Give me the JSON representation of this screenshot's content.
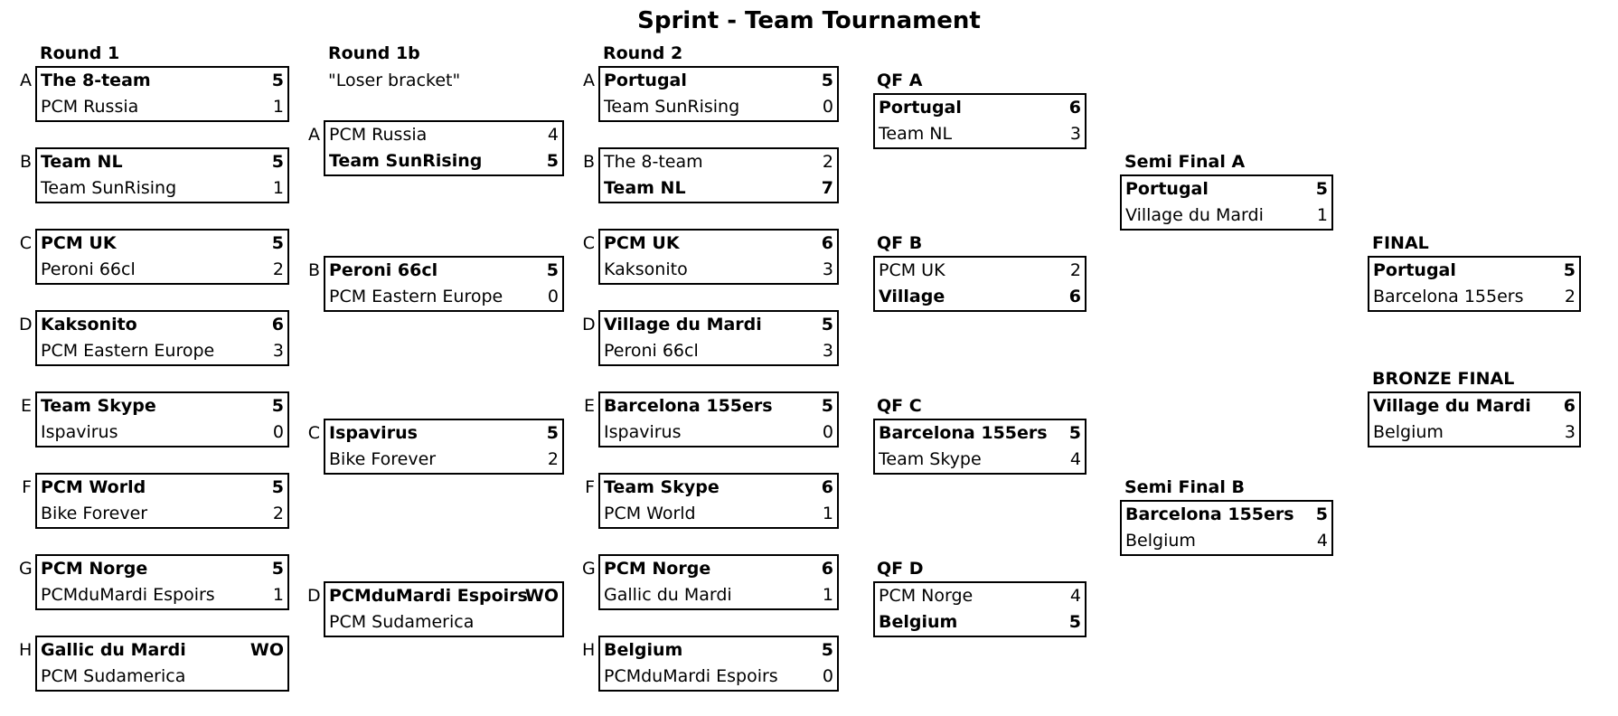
{
  "title": "Sprint - Team Tournament",
  "round_labels": {
    "r1": "Round 1",
    "r1b": "Round 1b",
    "r1b_note": "\"Loser bracket\"",
    "r2": "Round 2",
    "qfa": "QF A",
    "qfb": "QF B",
    "qfc": "QF C",
    "qfd": "QF D",
    "sfa": "Semi Final A",
    "sfb": "Semi Final B",
    "final": "FINAL",
    "bronze": "BRONZE FINAL"
  },
  "r1": [
    {
      "letter": "A",
      "t1": "The 8-team",
      "s1": "5",
      "w1": true,
      "t2": "PCM Russia",
      "s2": "1",
      "w2": false
    },
    {
      "letter": "B",
      "t1": "Team NL",
      "s1": "5",
      "w1": true,
      "t2": "Team SunRising",
      "s2": "1",
      "w2": false
    },
    {
      "letter": "C",
      "t1": "PCM UK",
      "s1": "5",
      "w1": true,
      "t2": "Peroni 66cl",
      "s2": "2",
      "w2": false
    },
    {
      "letter": "D",
      "t1": "Kaksonito",
      "s1": "6",
      "w1": true,
      "t2": "PCM Eastern Europe",
      "s2": "3",
      "w2": false
    },
    {
      "letter": "E",
      "t1": "Team Skype",
      "s1": "5",
      "w1": true,
      "t2": "Ispavirus",
      "s2": "0",
      "w2": false
    },
    {
      "letter": "F",
      "t1": "PCM World",
      "s1": "5",
      "w1": true,
      "t2": "Bike Forever",
      "s2": "2",
      "w2": false
    },
    {
      "letter": "G",
      "t1": "PCM Norge",
      "s1": "5",
      "w1": true,
      "t2": "PCMduMardi Espoirs",
      "s2": "1",
      "w2": false
    },
    {
      "letter": "H",
      "t1": "Gallic du Mardi",
      "s1": "WO",
      "w1": true,
      "t2": "PCM Sudamerica",
      "s2": "",
      "w2": false
    }
  ],
  "r1b": [
    {
      "letter": "A",
      "t1": "PCM Russia",
      "s1": "4",
      "w1": false,
      "t2": "Team SunRising",
      "s2": "5",
      "w2": true
    },
    {
      "letter": "B",
      "t1": "Peroni 66cl",
      "s1": "5",
      "w1": true,
      "t2": "PCM Eastern Europe",
      "s2": "0",
      "w2": false
    },
    {
      "letter": "C",
      "t1": "Ispavirus",
      "s1": "5",
      "w1": true,
      "t2": "Bike Forever",
      "s2": "2",
      "w2": false
    },
    {
      "letter": "D",
      "t1": "PCMduMardi Espoirs",
      "s1": "WO",
      "w1": true,
      "t2": "PCM Sudamerica",
      "s2": "",
      "w2": false
    }
  ],
  "r2": [
    {
      "letter": "A",
      "t1": "Portugal",
      "s1": "5",
      "w1": true,
      "t2": "Team SunRising",
      "s2": "0",
      "w2": false
    },
    {
      "letter": "B",
      "t1": "The 8-team",
      "s1": "2",
      "w1": false,
      "t2": "Team NL",
      "s2": "7",
      "w2": true
    },
    {
      "letter": "C",
      "t1": "PCM UK",
      "s1": "6",
      "w1": true,
      "t2": "Kaksonito",
      "s2": "3",
      "w2": false
    },
    {
      "letter": "D",
      "t1": "Village du Mardi",
      "s1": "5",
      "w1": true,
      "t2": "Peroni 66cl",
      "s2": "3",
      "w2": false
    },
    {
      "letter": "E",
      "t1": "Barcelona 155ers",
      "s1": "5",
      "w1": true,
      "t2": "Ispavirus",
      "s2": "0",
      "w2": false
    },
    {
      "letter": "F",
      "t1": "Team Skype",
      "s1": "6",
      "w1": true,
      "t2": "PCM World",
      "s2": "1",
      "w2": false
    },
    {
      "letter": "G",
      "t1": "PCM Norge",
      "s1": "6",
      "w1": true,
      "t2": "Gallic du Mardi",
      "s2": "1",
      "w2": false
    },
    {
      "letter": "H",
      "t1": "Belgium",
      "s1": "5",
      "w1": true,
      "t2": "PCMduMardi Espoirs",
      "s2": "0",
      "w2": false
    }
  ],
  "qf": [
    {
      "t1": "Portugal",
      "s1": "6",
      "w1": true,
      "t2": "Team NL",
      "s2": "3",
      "w2": false
    },
    {
      "t1": "PCM UK",
      "s1": "2",
      "w1": false,
      "t2": "Village",
      "s2": "6",
      "w2": true
    },
    {
      "t1": "Barcelona 155ers",
      "s1": "5",
      "w1": true,
      "t2": "Team Skype",
      "s2": "4",
      "w2": false
    },
    {
      "t1": "PCM Norge",
      "s1": "4",
      "w1": false,
      "t2": "Belgium",
      "s2": "5",
      "w2": true
    }
  ],
  "sf": [
    {
      "t1": "Portugal",
      "s1": "5",
      "w1": true,
      "t2": "Village du Mardi",
      "s2": "1",
      "w2": false
    },
    {
      "t1": "Barcelona 155ers",
      "s1": "5",
      "w1": true,
      "t2": "Belgium",
      "s2": "4",
      "w2": false
    }
  ],
  "final": {
    "t1": "Portugal",
    "s1": "5",
    "w1": true,
    "t2": "Barcelona 155ers",
    "s2": "2",
    "w2": false
  },
  "bronze": {
    "t1": "Village du Mardi",
    "s1": "6",
    "w1": true,
    "t2": "Belgium",
    "s2": "3",
    "w2": false
  }
}
